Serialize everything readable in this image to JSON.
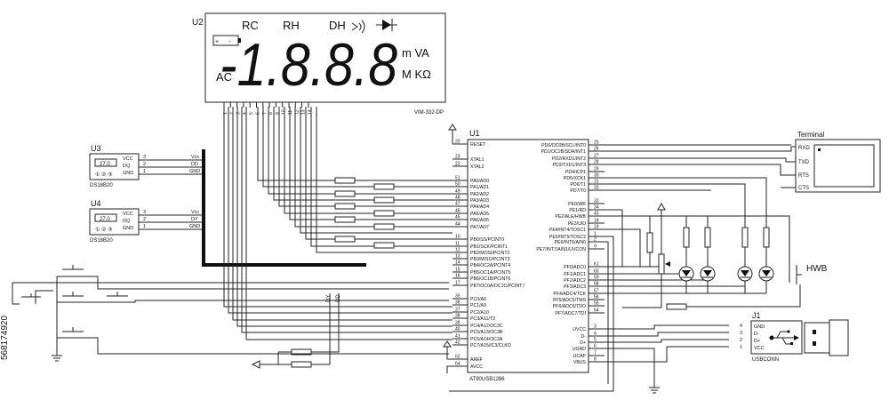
{
  "lcd": {
    "ref": "U2",
    "part": "VIM-332-DP",
    "labels": [
      "RC",
      "RH",
      "DH"
    ],
    "left_label": "AC",
    "digits": "-1.8.8.8",
    "units_top": "m VA",
    "units_bottom": "M KΩ",
    "pins": [
      "1",
      "2",
      "3",
      "4",
      "5",
      "6",
      "7",
      "8",
      "9",
      "10",
      "11",
      "12",
      "13",
      "14"
    ]
  },
  "u3": {
    "ref": "U3",
    "part": "DS18B20",
    "value": "27.0",
    "pins": [
      "VCC",
      "DQ",
      "GND"
    ],
    "nums": [
      "3",
      "2",
      "1"
    ],
    "nets": [
      "Vcc",
      "DD",
      "GND"
    ]
  },
  "u4": {
    "ref": "U4",
    "part": "DS18B20",
    "value": "27.0",
    "pins": [
      "VCC",
      "DQ",
      "GND"
    ],
    "nums": [
      "3",
      "2",
      "1"
    ],
    "nets": [
      "Vcc",
      "DY",
      "GND"
    ]
  },
  "mcu": {
    "ref": "U1",
    "part": "AT90USB1286",
    "left_pins": [
      {
        "num": "20",
        "name": "RESET"
      },
      {
        "num": "23",
        "name": "XTAL1"
      },
      {
        "num": "22",
        "name": "XTAL2"
      },
      {
        "num": "51",
        "name": "PA0/AD0"
      },
      {
        "num": "50",
        "name": "PA1/AD1"
      },
      {
        "num": "49",
        "name": "PA2/AD2"
      },
      {
        "num": "48",
        "name": "PA3/AD3"
      },
      {
        "num": "47",
        "name": "PA4/AD4"
      },
      {
        "num": "46",
        "name": "PA5/AD5"
      },
      {
        "num": "45",
        "name": "PA6/AD6"
      },
      {
        "num": "44",
        "name": "PA7/AD7"
      },
      {
        "num": "10",
        "name": "PB0/SS/PCINT0"
      },
      {
        "num": "11",
        "name": "PB1/SCK/PCINT1"
      },
      {
        "num": "12",
        "name": "PB2/MOSI/PCINT2"
      },
      {
        "num": "13",
        "name": "PB3/MISO/PCINT3"
      },
      {
        "num": "14",
        "name": "PB4/OC2A/PCINT4"
      },
      {
        "num": "15",
        "name": "PB5/OC1A/PCINT5"
      },
      {
        "num": "16",
        "name": "PB6/OC1B/PCINT6"
      },
      {
        "num": "17",
        "name": "PB7/OC0A/OC1C/PCINT7"
      },
      {
        "num": "35",
        "name": "PC0/A8"
      },
      {
        "num": "36",
        "name": "PC1/A9"
      },
      {
        "num": "37",
        "name": "PC2/A10"
      },
      {
        "num": "38",
        "name": "PC3/A11/T3"
      },
      {
        "num": "39",
        "name": "PC4/A12/OC3C"
      },
      {
        "num": "40",
        "name": "PC5/A13/OC3B"
      },
      {
        "num": "41",
        "name": "PC6/A14/OC3A"
      },
      {
        "num": "42",
        "name": "PC7/A15/IC3/CLKO"
      },
      {
        "num": "62",
        "name": "AREF"
      },
      {
        "num": "64",
        "name": "AVCC"
      }
    ],
    "right_pins": [
      {
        "num": "25",
        "name": "PD0/OC0B/SCL/INT0"
      },
      {
        "num": "26",
        "name": "PD1/OC2B/SDA/INT1"
      },
      {
        "num": "27",
        "name": "PD2/RXD1/INT2"
      },
      {
        "num": "28",
        "name": "PD3/TXD1/INT3"
      },
      {
        "num": "29",
        "name": "PD4/ICP1"
      },
      {
        "num": "30",
        "name": "PD5/XCK1"
      },
      {
        "num": "31",
        "name": "PD6/T1"
      },
      {
        "num": "32",
        "name": "PD7/T0"
      },
      {
        "num": "33",
        "name": "PE0/WR"
      },
      {
        "num": "34",
        "name": "PE1/RD"
      },
      {
        "num": "43",
        "name": "PE2/ALE/HWB"
      },
      {
        "num": "18",
        "name": "PE3/UID"
      },
      {
        "num": "19",
        "name": "PE4/INT4/TOSC1"
      },
      {
        "num": "1",
        "name": "PE5/INT5/TOSC2"
      },
      {
        "num": "2",
        "name": "PE6/INT6/AIN0"
      },
      {
        "num": "9",
        "name": "PE7/INT7/AIN1/UVCON"
      },
      {
        "num": "61",
        "name": "PF0/ADC0"
      },
      {
        "num": "60",
        "name": "PF1/ADC1"
      },
      {
        "num": "59",
        "name": "PF2/ADC2"
      },
      {
        "num": "58",
        "name": "PF3/ADC3"
      },
      {
        "num": "57",
        "name": "PF4/ADC4/TCK"
      },
      {
        "num": "56",
        "name": "PF5/ADC5/TMS"
      },
      {
        "num": "55",
        "name": "PF6/ADC6/TDO"
      },
      {
        "num": "54",
        "name": "PF7/ADC7/TDI"
      },
      {
        "num": "3",
        "name": "UVCC"
      },
      {
        "num": "4",
        "name": "D-"
      },
      {
        "num": "5",
        "name": "D+"
      },
      {
        "num": "6",
        "name": "UGND"
      },
      {
        "num": "7",
        "name": "UCAP"
      },
      {
        "num": "8",
        "name": "VBUS"
      }
    ]
  },
  "terminal": {
    "title": "Terminal",
    "pins": [
      "RXD",
      "TXD",
      "RTS",
      "CTS"
    ]
  },
  "usb": {
    "ref": "J1",
    "part": "USBCONN",
    "pins": [
      "GND",
      "D-",
      "D+",
      "VCC"
    ],
    "nums": [
      "4",
      "3",
      "2",
      "1"
    ]
  },
  "hwb_label": "HWB",
  "net_dy": "DY",
  "net_dd": "DD",
  "stock_id": "568174920",
  "colors": {
    "ink": "#111111",
    "background": "#ffffff"
  }
}
